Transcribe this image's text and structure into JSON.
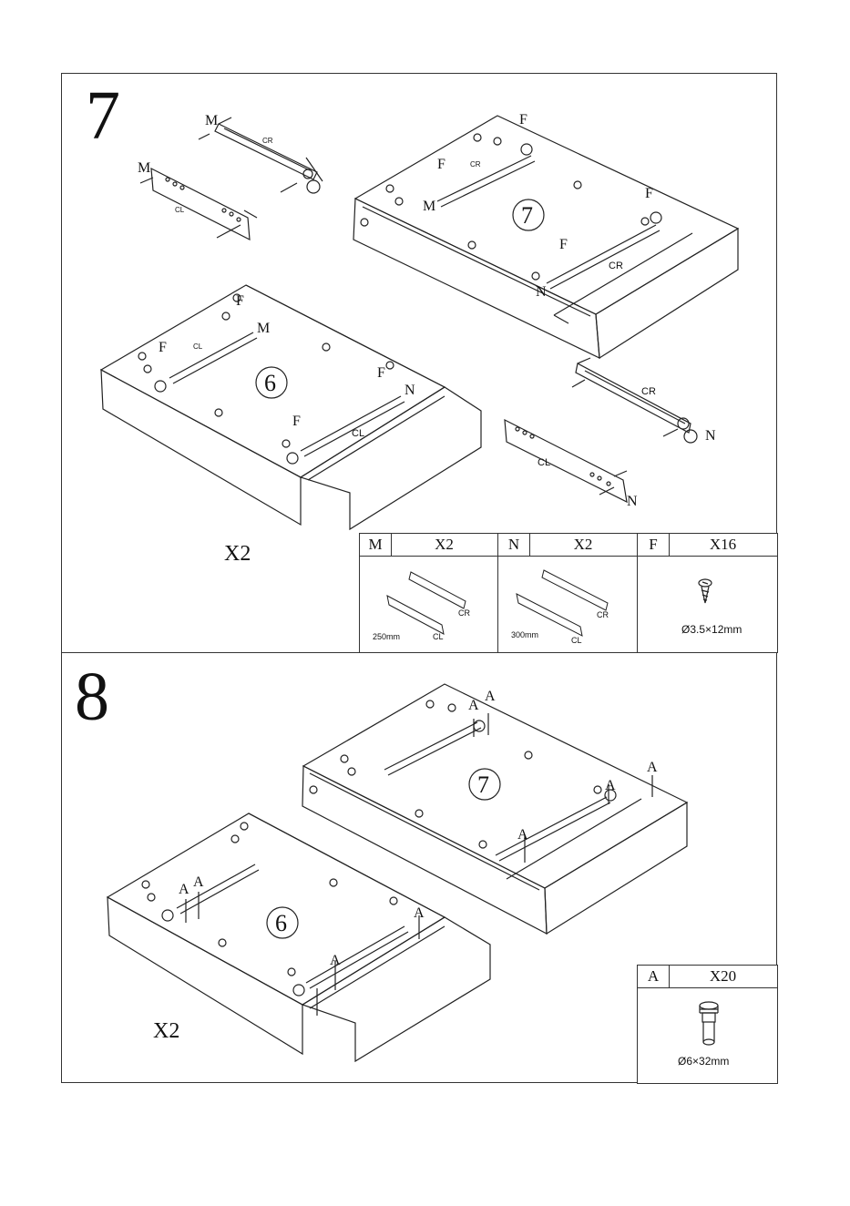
{
  "step7": {
    "number": "7",
    "quantity": "X2",
    "board_large_label": "7",
    "board_small_label": "6",
    "callouts": {
      "M": "M",
      "N": "N",
      "F": "F"
    },
    "slide_labels": {
      "cr": "CR",
      "cl": "CL"
    },
    "parts": [
      {
        "code": "M",
        "count": "X2",
        "right_label": "CR",
        "left_label": "CL",
        "length": "250mm"
      },
      {
        "code": "N",
        "count": "X2",
        "right_label": "CR",
        "left_label": "CL",
        "length": "300mm"
      },
      {
        "code": "F",
        "count": "X16",
        "spec": "Ø3.5×12mm"
      }
    ]
  },
  "step8": {
    "number": "8",
    "quantity": "X2",
    "board_large_label": "7",
    "board_small_label": "6",
    "callout": "A",
    "part": {
      "code": "A",
      "count": "X20",
      "spec": "Ø6×32mm"
    }
  },
  "colors": {
    "line": "#222222",
    "background": "#ffffff"
  }
}
